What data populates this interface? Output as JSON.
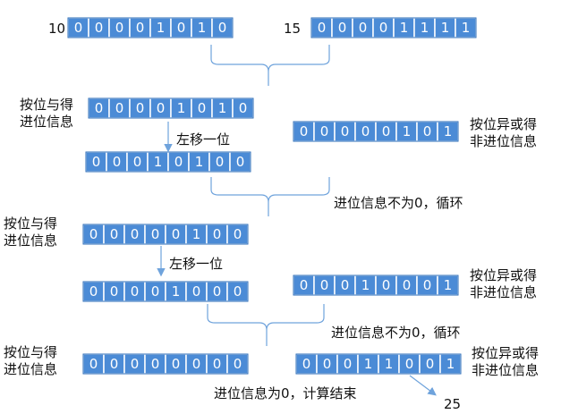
{
  "colors": {
    "cell_fill": "#4b8bd6",
    "cell_stroke": "#2f6fba",
    "cell_text": "#ffffff",
    "line": "#6fa3dc",
    "text": "#111111"
  },
  "numbers": {
    "a": "10",
    "b": "15",
    "result": "25"
  },
  "registers": [
    {
      "id": "input-a",
      "bits": [
        "0",
        "0",
        "0",
        "0",
        "1",
        "0",
        "1",
        "0"
      ]
    },
    {
      "id": "input-b",
      "bits": [
        "0",
        "0",
        "0",
        "0",
        "1",
        "1",
        "1",
        "1"
      ]
    },
    {
      "id": "and-1",
      "bits": [
        "0",
        "0",
        "0",
        "0",
        "1",
        "0",
        "1",
        "0"
      ]
    },
    {
      "id": "xor-1",
      "bits": [
        "0",
        "0",
        "0",
        "0",
        "0",
        "1",
        "0",
        "1"
      ]
    },
    {
      "id": "shift-1",
      "bits": [
        "0",
        "0",
        "0",
        "1",
        "0",
        "1",
        "0",
        "0"
      ]
    },
    {
      "id": "and-2",
      "bits": [
        "0",
        "0",
        "0",
        "0",
        "0",
        "1",
        "0",
        "0"
      ]
    },
    {
      "id": "shift-2",
      "bits": [
        "0",
        "0",
        "0",
        "0",
        "1",
        "0",
        "0",
        "0"
      ]
    },
    {
      "id": "xor-2",
      "bits": [
        "0",
        "0",
        "0",
        "1",
        "0",
        "0",
        "0",
        "1"
      ]
    },
    {
      "id": "and-3",
      "bits": [
        "0",
        "0",
        "0",
        "0",
        "0",
        "0",
        "0",
        "0"
      ]
    },
    {
      "id": "xor-3",
      "bits": [
        "0",
        "0",
        "0",
        "1",
        "1",
        "0",
        "0",
        "1"
      ]
    }
  ],
  "labels": {
    "and_l1": "按位与得",
    "and_l2": "进位信息",
    "xor_l1": "按位异或得",
    "xor_l2": "非进位信息",
    "shift": "左移一位",
    "carry_not_zero": "进位信息不为0，循环",
    "carry_zero": "进位信息为0，计算结束"
  }
}
